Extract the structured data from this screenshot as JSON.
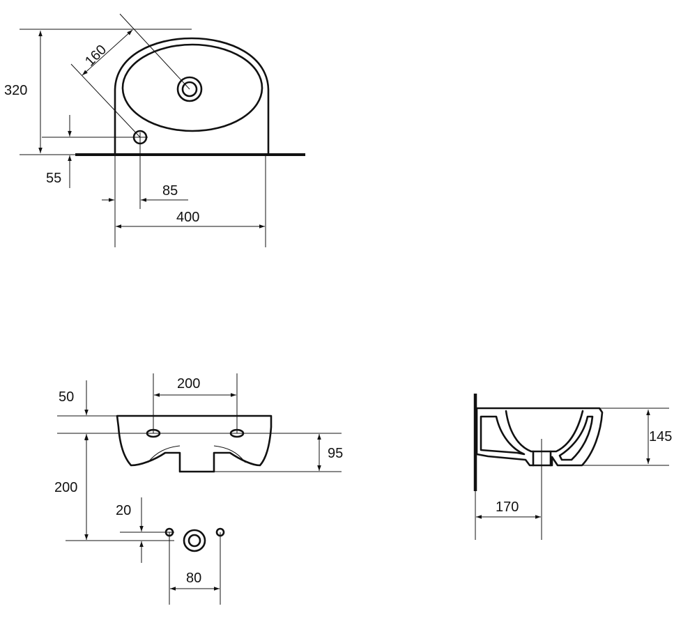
{
  "colors": {
    "line": "#111111",
    "background": "#ffffff"
  },
  "top_view": {
    "dims": {
      "height": "320",
      "drain_diag": "160",
      "tap_offset": "55",
      "tap_x": "85",
      "width": "400"
    }
  },
  "front_view": {
    "dims": {
      "bolt_spacing": "200",
      "bolt_height": "50",
      "depth": "95",
      "mount_height": "200",
      "pipe_offset": "20",
      "pipe_spacing": "80"
    }
  },
  "side_view": {
    "dims": {
      "height": "145",
      "projection": "170"
    }
  }
}
